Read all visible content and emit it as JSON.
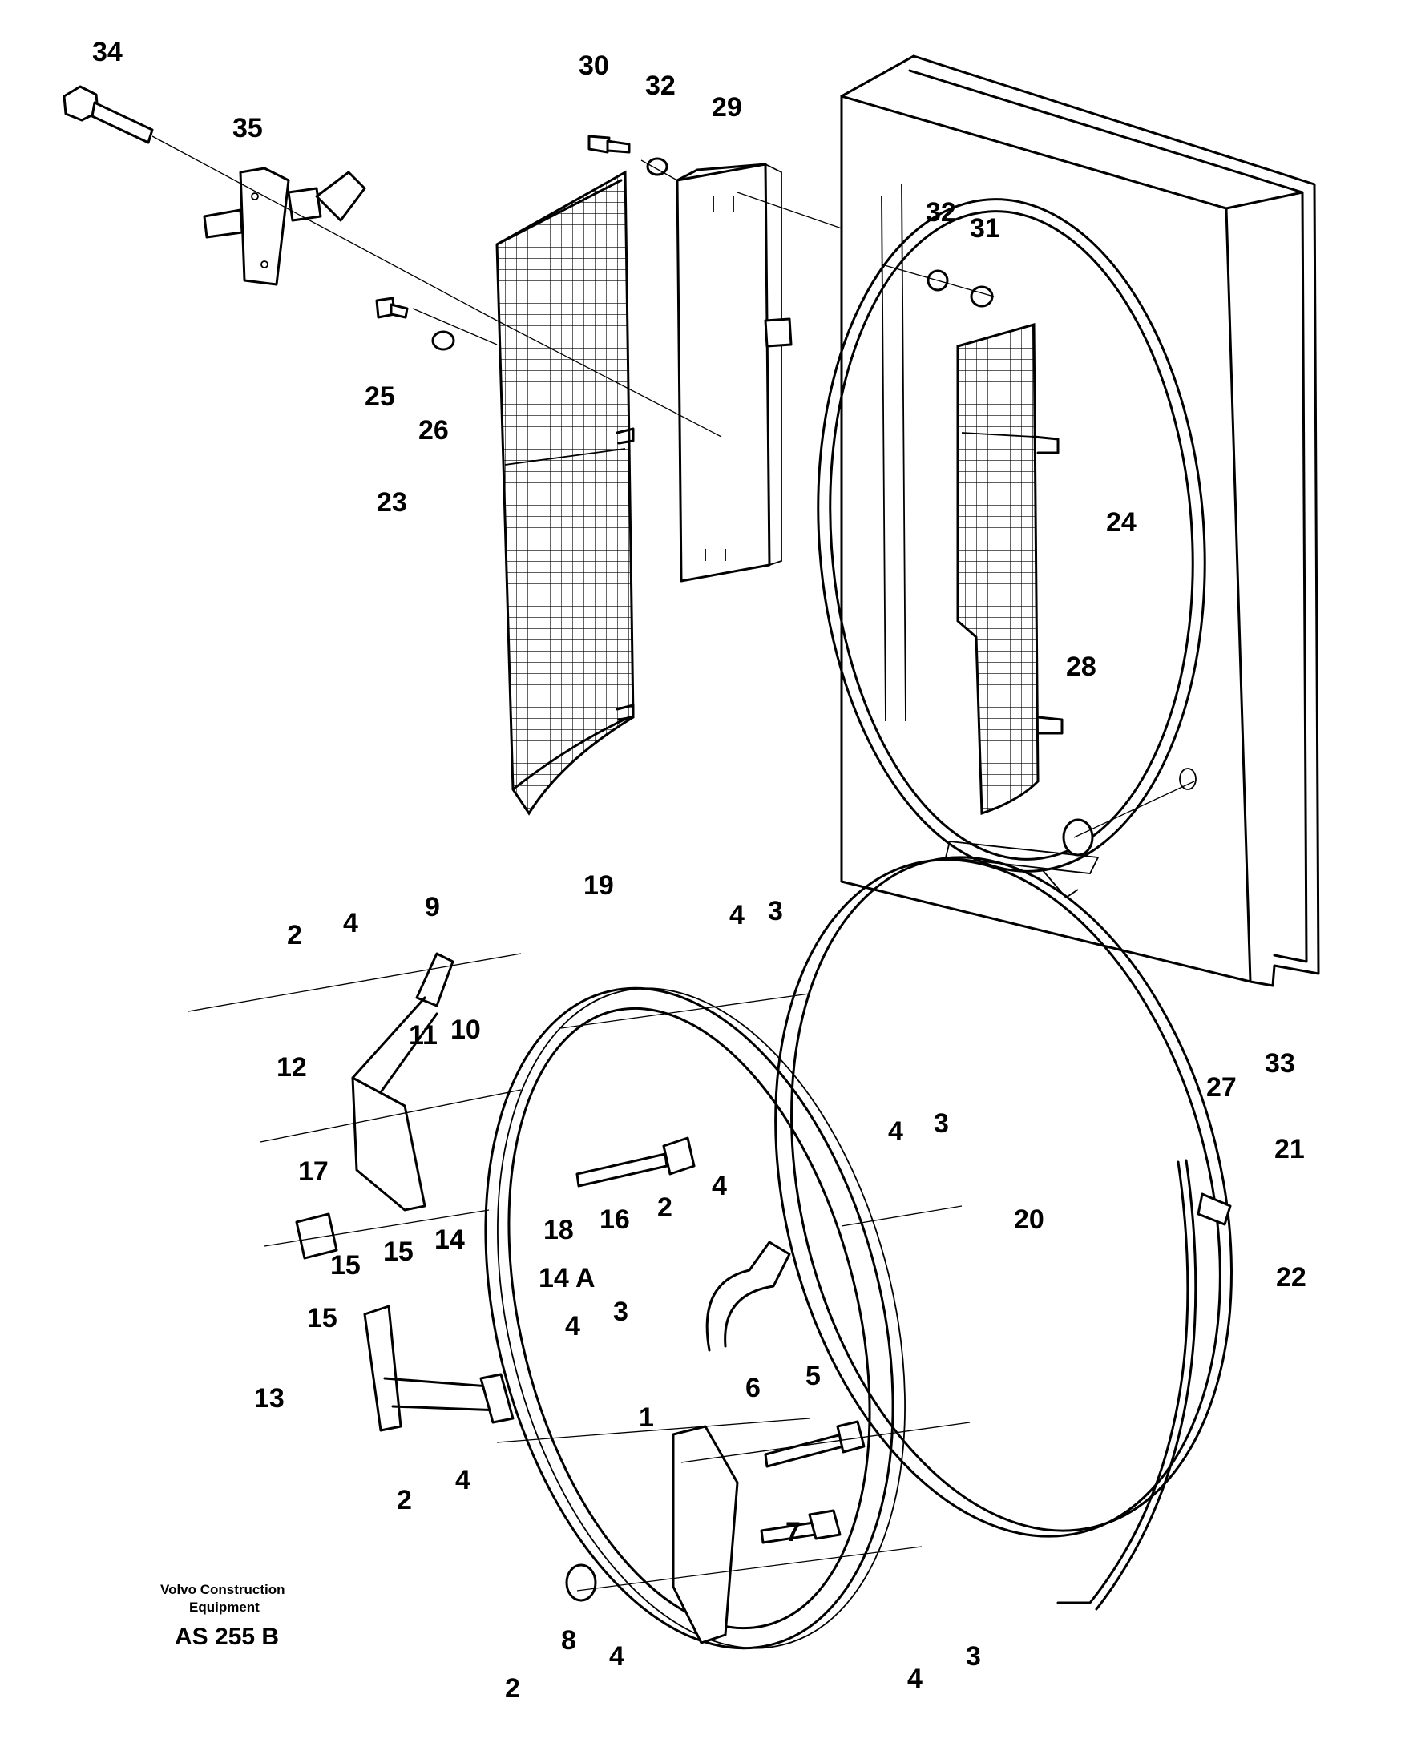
{
  "footer": {
    "manufacturer_line1": "Volvo Construction",
    "manufacturer_line2": "Equipment",
    "illustration_code": "AS 255 B"
  },
  "callouts": [
    {
      "id": "c34",
      "text": "34"
    },
    {
      "id": "c35",
      "text": "35"
    },
    {
      "id": "c30",
      "text": "30"
    },
    {
      "id": "c32a",
      "text": "32"
    },
    {
      "id": "c29",
      "text": "29"
    },
    {
      "id": "c32b",
      "text": "32"
    },
    {
      "id": "c31",
      "text": "31"
    },
    {
      "id": "c25",
      "text": "25"
    },
    {
      "id": "c26",
      "text": "26"
    },
    {
      "id": "c23",
      "text": "23"
    },
    {
      "id": "c24",
      "text": "24"
    },
    {
      "id": "c28",
      "text": "28"
    },
    {
      "id": "c19",
      "text": "19"
    },
    {
      "id": "c9",
      "text": "9"
    },
    {
      "id": "c2a",
      "text": "2"
    },
    {
      "id": "c4a",
      "text": "4"
    },
    {
      "id": "c4b",
      "text": "4"
    },
    {
      "id": "c3a",
      "text": "3"
    },
    {
      "id": "c27",
      "text": "27"
    },
    {
      "id": "c33",
      "text": "33"
    },
    {
      "id": "c11",
      "text": "11"
    },
    {
      "id": "c10",
      "text": "10"
    },
    {
      "id": "c12",
      "text": "12"
    },
    {
      "id": "c4c",
      "text": "4"
    },
    {
      "id": "c3b",
      "text": "3"
    },
    {
      "id": "c21",
      "text": "21"
    },
    {
      "id": "c17",
      "text": "17"
    },
    {
      "id": "c18",
      "text": "18"
    },
    {
      "id": "c16",
      "text": "16"
    },
    {
      "id": "c4d",
      "text": "4"
    },
    {
      "id": "c2b",
      "text": "2"
    },
    {
      "id": "c20",
      "text": "20"
    },
    {
      "id": "c22",
      "text": "22"
    },
    {
      "id": "c15a",
      "text": "15"
    },
    {
      "id": "c15b",
      "text": "15"
    },
    {
      "id": "c14",
      "text": "14"
    },
    {
      "id": "c14A",
      "text": "14 A"
    },
    {
      "id": "c15c",
      "text": "15"
    },
    {
      "id": "c4e",
      "text": "4"
    },
    {
      "id": "c3c",
      "text": "3"
    },
    {
      "id": "c13",
      "text": "13"
    },
    {
      "id": "c1",
      "text": "1"
    },
    {
      "id": "c6",
      "text": "6"
    },
    {
      "id": "c5",
      "text": "5"
    },
    {
      "id": "c2c",
      "text": "2"
    },
    {
      "id": "c4f",
      "text": "4"
    },
    {
      "id": "c7",
      "text": "7"
    },
    {
      "id": "c8",
      "text": "8"
    },
    {
      "id": "c4g",
      "text": "4"
    },
    {
      "id": "c2d",
      "text": "2"
    },
    {
      "id": "c4h",
      "text": "4"
    },
    {
      "id": "c3d",
      "text": "3"
    }
  ]
}
